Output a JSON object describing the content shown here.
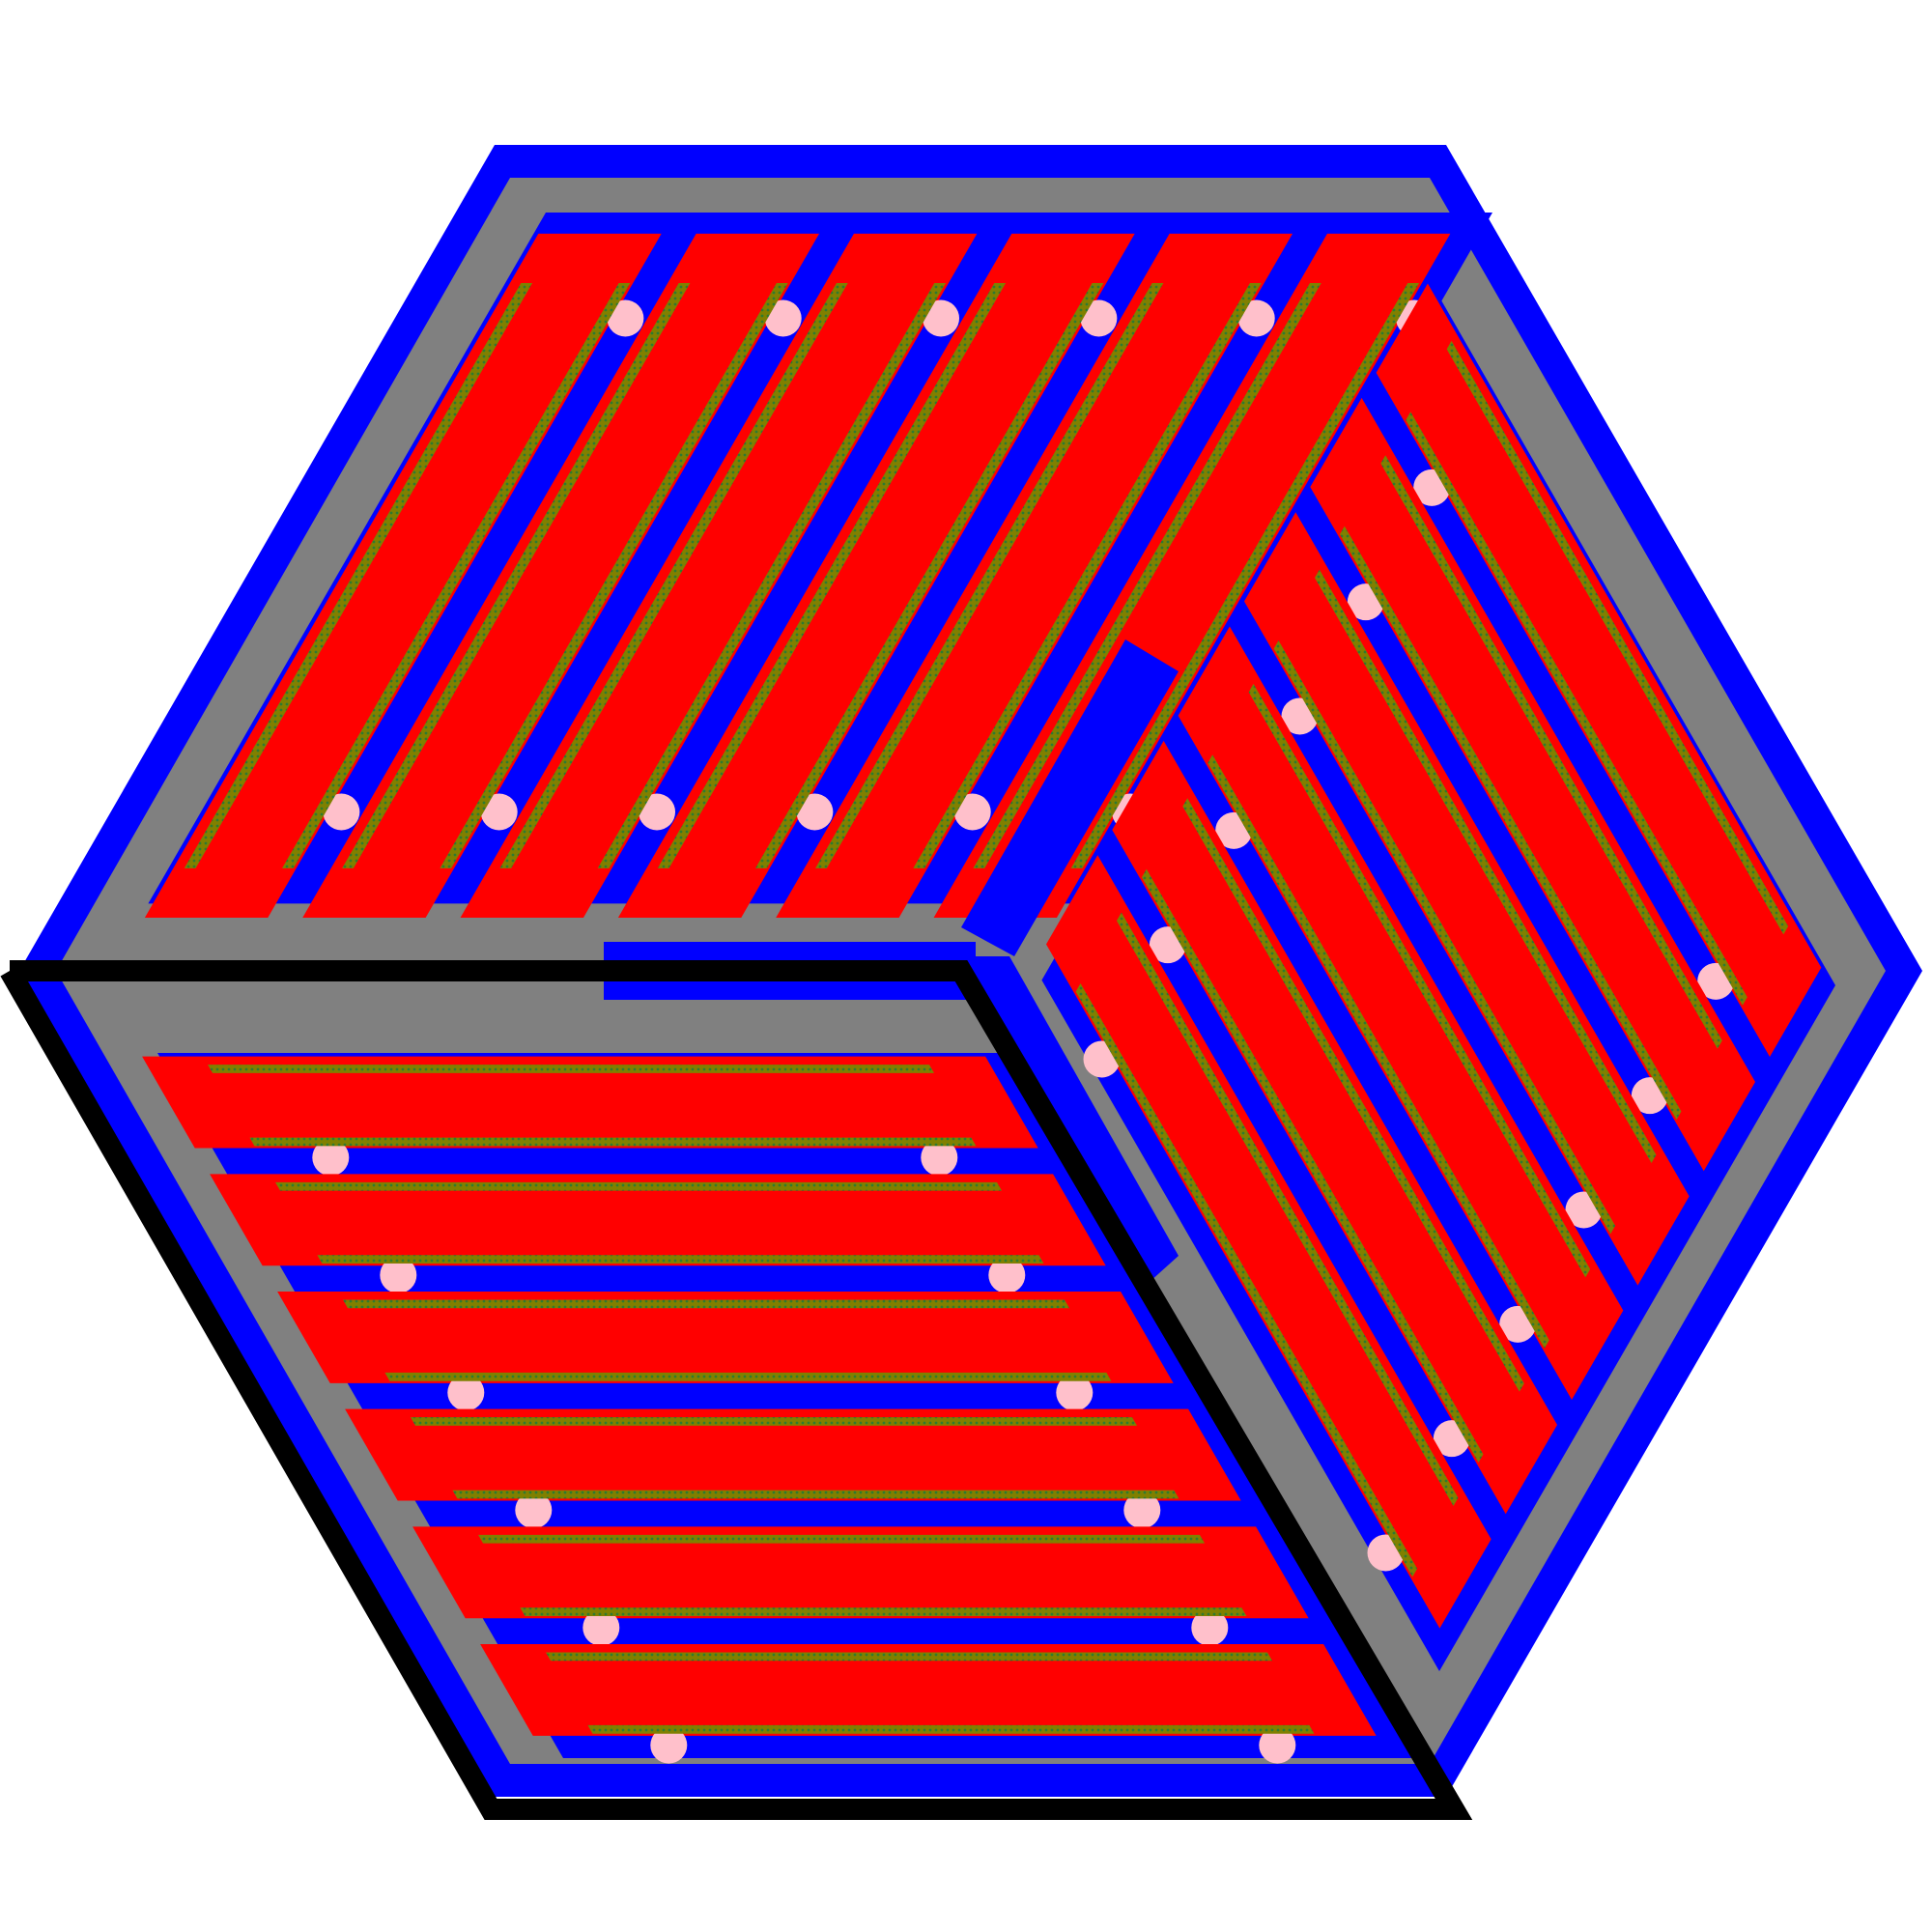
{
  "figure": {
    "shape": "hexagon-cube",
    "faces": [
      {
        "name": "top-left-face",
        "stripe_count": 6,
        "stripe_direction": "diagonal-up-right"
      },
      {
        "name": "right-face",
        "stripe_count": 6,
        "stripe_direction": "diagonal-down-right"
      },
      {
        "name": "bottom-face",
        "stripe_count": 6,
        "stripe_direction": "horizontal-slanted"
      }
    ],
    "dots_per_stripe": 2
  },
  "colors": {
    "background": "#ffffff",
    "outline": "#0000ff",
    "panel": "#808080",
    "stripe": "#ff0000",
    "gap": "#0000ff",
    "dot": "#ffc0cb",
    "texture": "#808000",
    "texture_mark": "#2f7a2f",
    "frame": "#000000"
  }
}
